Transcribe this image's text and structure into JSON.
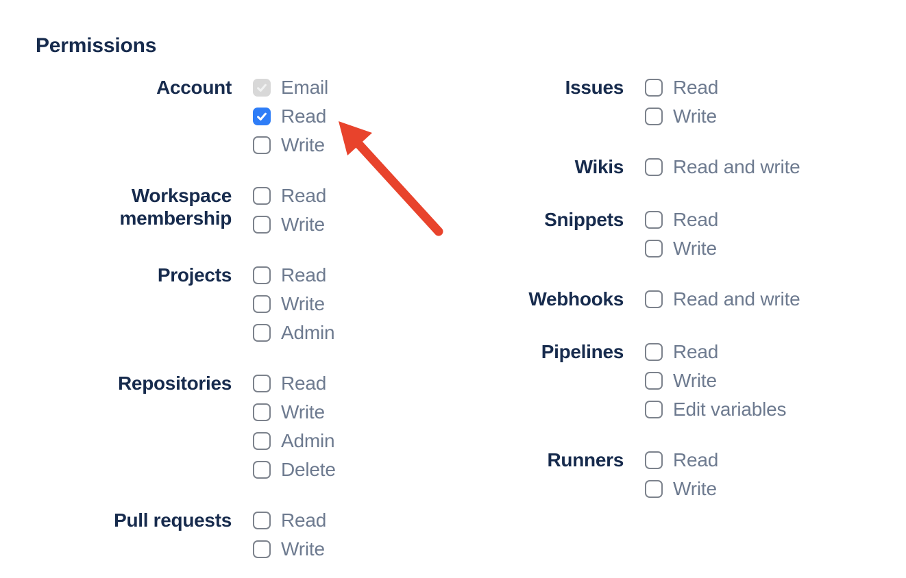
{
  "heading": "Permissions",
  "colors": {
    "heading": "#172B4D",
    "group_label": "#172B4D",
    "option_label": "#6D7A8F",
    "checkbox_border": "#7C828C",
    "checkbox_checked_bg": "#2E7DF7",
    "checkbox_disabled_bg": "#D8D8D8",
    "check_mark": "#FFFFFF",
    "check_mark_disabled": "#F1F2F2",
    "arrow": "#E8432C"
  },
  "permissions": {
    "columns": [
      {
        "groups": [
          {
            "label": "Account",
            "options": [
              {
                "label": "Email",
                "state": "checked_disabled"
              },
              {
                "label": "Read",
                "state": "checked"
              },
              {
                "label": "Write",
                "state": "unchecked"
              }
            ]
          },
          {
            "label": "Workspace membership",
            "options": [
              {
                "label": "Read",
                "state": "unchecked"
              },
              {
                "label": "Write",
                "state": "unchecked"
              }
            ]
          },
          {
            "label": "Projects",
            "options": [
              {
                "label": "Read",
                "state": "unchecked"
              },
              {
                "label": "Write",
                "state": "unchecked"
              },
              {
                "label": "Admin",
                "state": "unchecked"
              }
            ]
          },
          {
            "label": "Repositories",
            "options": [
              {
                "label": "Read",
                "state": "unchecked"
              },
              {
                "label": "Write",
                "state": "unchecked"
              },
              {
                "label": "Admin",
                "state": "unchecked"
              },
              {
                "label": "Delete",
                "state": "unchecked"
              }
            ]
          },
          {
            "label": "Pull requests",
            "options": [
              {
                "label": "Read",
                "state": "unchecked"
              },
              {
                "label": "Write",
                "state": "unchecked"
              }
            ]
          }
        ]
      },
      {
        "groups": [
          {
            "label": "Issues",
            "options": [
              {
                "label": "Read",
                "state": "unchecked"
              },
              {
                "label": "Write",
                "state": "unchecked"
              }
            ]
          },
          {
            "label": "Wikis",
            "options": [
              {
                "label": "Read and write",
                "state": "unchecked"
              }
            ]
          },
          {
            "label": "Snippets",
            "options": [
              {
                "label": "Read",
                "state": "unchecked"
              },
              {
                "label": "Write",
                "state": "unchecked"
              }
            ]
          },
          {
            "label": "Webhooks",
            "options": [
              {
                "label": "Read and write",
                "state": "unchecked"
              }
            ]
          },
          {
            "label": "Pipelines",
            "options": [
              {
                "label": "Read",
                "state": "unchecked"
              },
              {
                "label": "Write",
                "state": "unchecked"
              },
              {
                "label": "Edit variables",
                "state": "unchecked"
              }
            ]
          },
          {
            "label": "Runners",
            "options": [
              {
                "label": "Read",
                "state": "unchecked"
              },
              {
                "label": "Write",
                "state": "unchecked"
              }
            ]
          }
        ]
      }
    ]
  }
}
